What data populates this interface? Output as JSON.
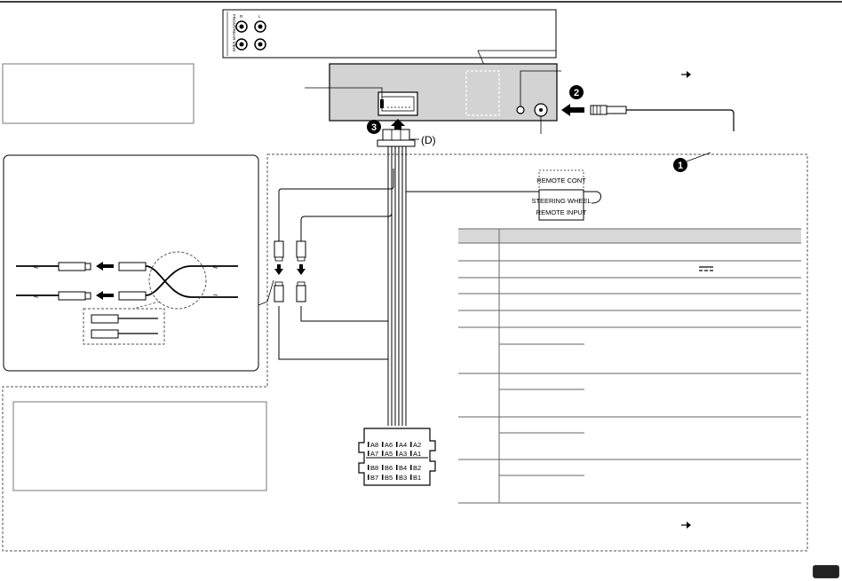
{
  "callouts": {
    "step_1": "1",
    "step_2": "2",
    "step_3": "3",
    "connector_label": "(D)"
  },
  "rear_terminal_labels": {
    "left": "L",
    "right": "R",
    "side": "FRONT/REAR VIEW"
  },
  "remote_jacks": {
    "remote_cont": "REMOTE CONT",
    "steering_wheel_line1": "STEERING WHEEL",
    "steering_wheel_line2": "REMOTE INPUT"
  },
  "iso_connector": {
    "row_a_top": [
      "A8",
      "A6",
      "A4",
      "A2"
    ],
    "row_a_bottom": [
      "A7",
      "A5",
      "A3",
      "A1"
    ],
    "row_b_top": [
      "B8",
      "B6",
      "B4",
      "B2"
    ],
    "row_b_bottom": [
      "B7",
      "B5",
      "B3",
      "B1"
    ]
  },
  "colors": {
    "line": "#000000",
    "dashed_border": "#555555",
    "table_rule": "#666666",
    "table_header_bg": "#d9d9d9",
    "panel_bg": "#ffffff",
    "unit_bg": "#d3d3d3"
  },
  "icons": [
    "arrow-right-icon",
    "dc-symbol-icon",
    "circled-number-icon",
    "arrow-left-icon",
    "arrow-up-icon",
    "arrow-down-icon"
  ]
}
